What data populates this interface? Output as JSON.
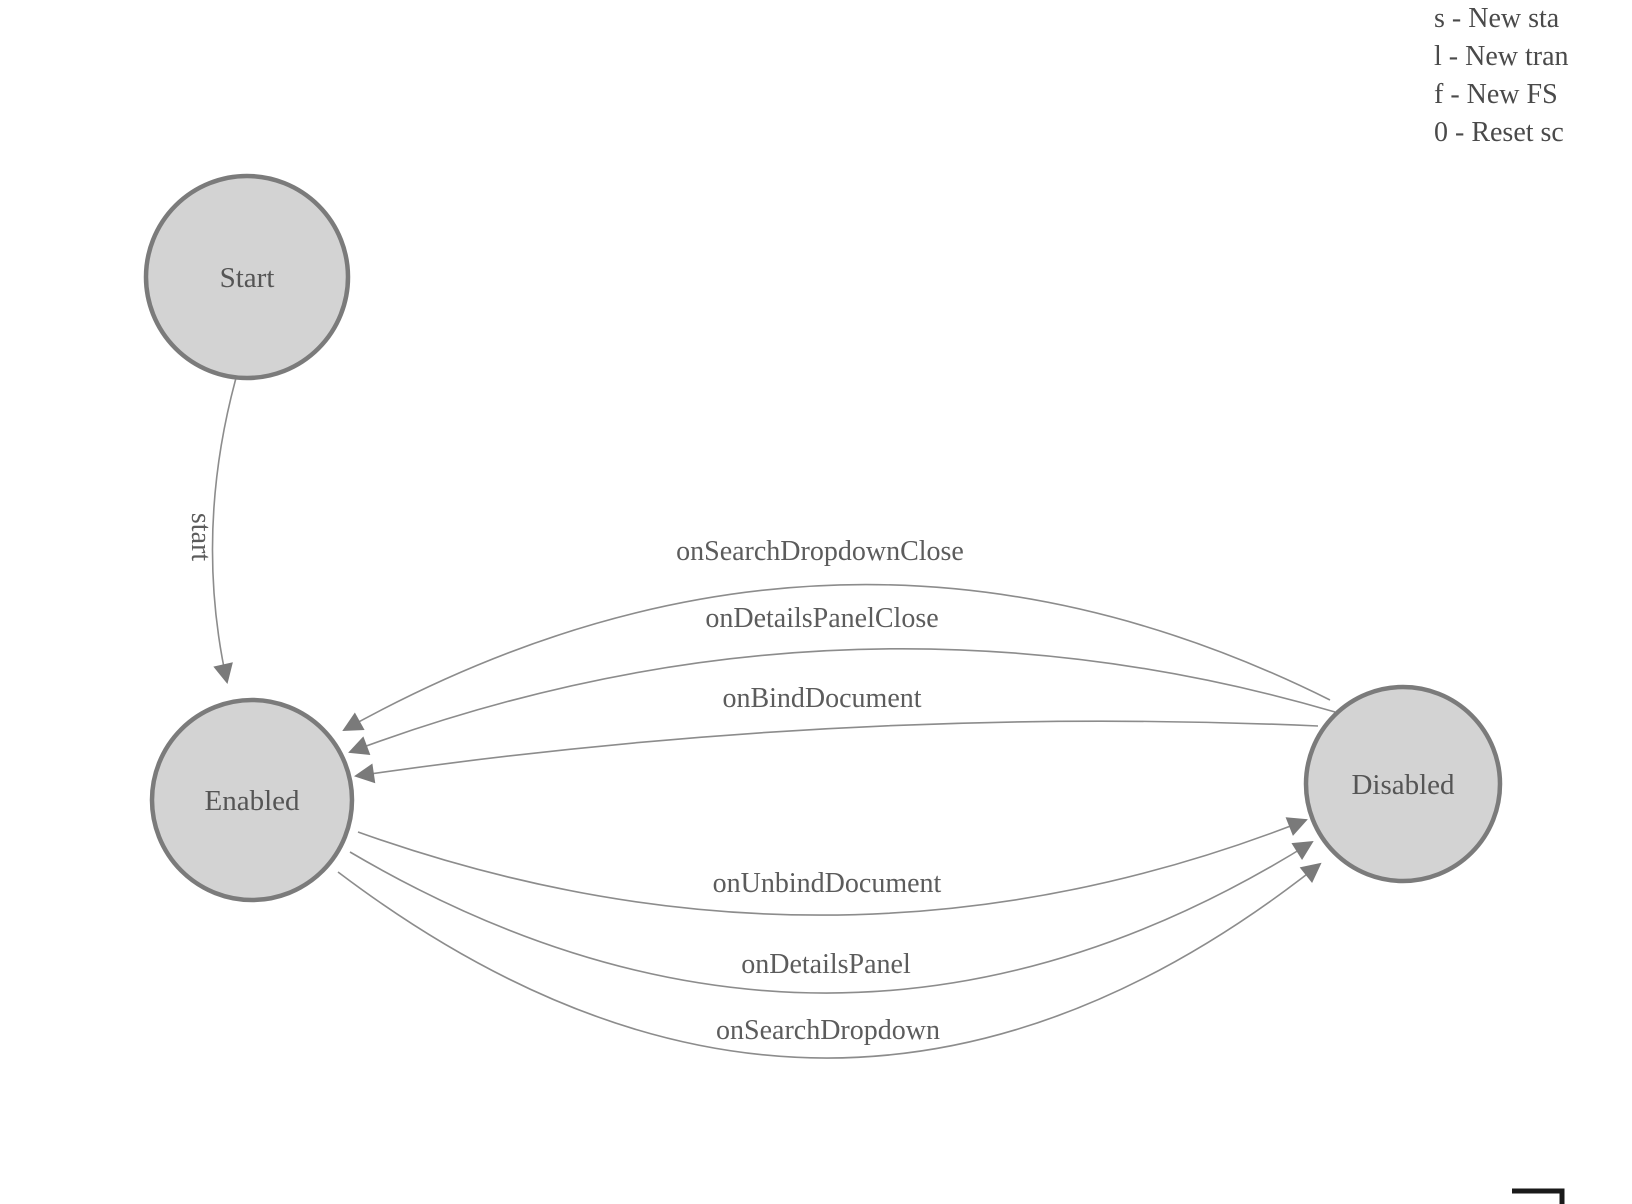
{
  "diagram": {
    "type": "finite-state-machine"
  },
  "legend": {
    "lines": [
      "s - New sta",
      "l - New tran",
      "f - New FS",
      "0 - Reset sc"
    ]
  },
  "states": [
    {
      "id": "start",
      "label": "Start"
    },
    {
      "id": "enabled",
      "label": "Enabled"
    },
    {
      "id": "disabled",
      "label": "Disabled"
    }
  ],
  "transitions": [
    {
      "from": "Start",
      "to": "Enabled",
      "label": "start"
    },
    {
      "from": "Disabled",
      "to": "Enabled",
      "label": "onSearchDropdownClose"
    },
    {
      "from": "Disabled",
      "to": "Enabled",
      "label": "onDetailsPanelClose"
    },
    {
      "from": "Disabled",
      "to": "Enabled",
      "label": "onBindDocument"
    },
    {
      "from": "Enabled",
      "to": "Disabled",
      "label": "onUnbindDocument"
    },
    {
      "from": "Enabled",
      "to": "Disabled",
      "label": "onDetailsPanel"
    },
    {
      "from": "Enabled",
      "to": "Disabled",
      "label": "onSearchDropdown"
    }
  ],
  "colors": {
    "node_fill": "#d3d3d3",
    "node_stroke": "#7b7b7b",
    "edge_stroke": "#8c8c8c",
    "arrow_fill": "#7a7a7a",
    "text": "#555555"
  }
}
